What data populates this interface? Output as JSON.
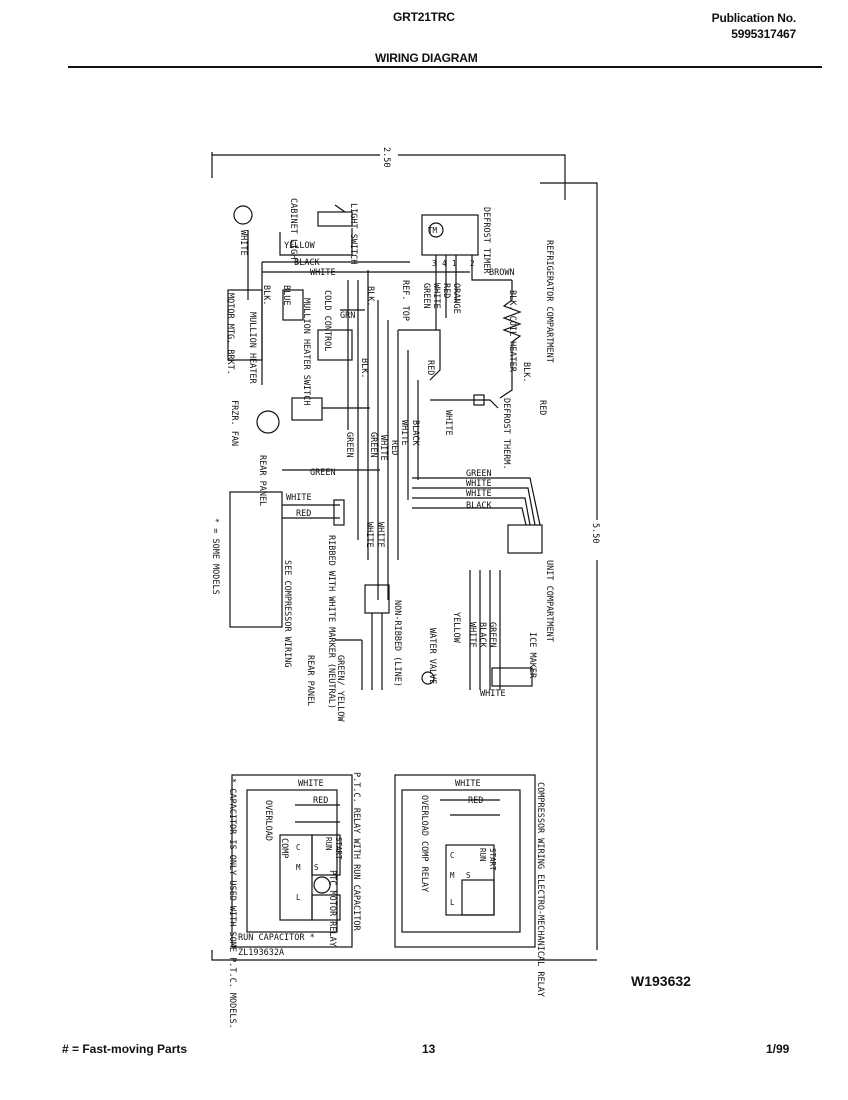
{
  "header": {
    "model": "GRT21TRC",
    "publication_label": "Publication No.",
    "publication_number": "5995317467",
    "section_title": "WIRING DIAGRAM"
  },
  "dimensions": {
    "top": "2.50",
    "right": "5.50"
  },
  "labels": {
    "refrigerator_compartment": "REFRIGERATOR COMPARTMENT",
    "unit_compartment": "UNIT COMPARTMENT",
    "light_switch": "LIGHT SWITCH",
    "cabinet_light": "CABINET LIGHT",
    "defrost_timer": "DEFROST TIMER",
    "yellow": "YELLOW",
    "black": "BLACK",
    "white": "WHITE",
    "brown": "BROWN",
    "red": "RED",
    "green": "GREEN",
    "orange": "ORANGE",
    "blk": "BLK.",
    "blue": "BLUE",
    "grn": "GRN",
    "blk_coil_heater": "BLK. COIL HEATER",
    "ref_top": "REF. TOP",
    "cold_control": "COLD CONTROL",
    "mullion_heater_switch": "MULLION HEATER SWITCH",
    "mullion_heater": "MULLION HEATER",
    "motor_mtg_brkt": "MOTOR MTG. BRKT.",
    "frzr_fan": "FRZR. FAN",
    "defrost_therm": "DEFROST THERM.",
    "rear_panel": "REAR PANEL",
    "see_compressor_wiring": "SEE COMPRESSOR WIRING",
    "some_models": "* = SOME MODELS",
    "ribbed_white_marker": "RIBBED WITH WHITE MARKER (NEUTRAL)",
    "non_ribbed_line": "NON-RIBBED (LINE)",
    "green_yellow": "GREEN/ YELLOW",
    "water_valve": "WATER VALVE",
    "ice_maker": "ICE MAKER",
    "ptc_relay_title": "P.T.C. RELAY WITH RUN CAPACITOR",
    "overload": "OVERLOAD",
    "ptc_comp": "COMP",
    "ptc_motor_relay": "PTC MOTOR RELAY",
    "run_capacitor": "RUN CAPACITOR *",
    "capacitor_note": "* CAPACITOR IS ONLY USED WITH SOME P.T.C. MODELS.",
    "ptc_doc_number": "ZL193632A",
    "compressor_wiring_em": "COMPRESSOR WIRING ELECTRO-MECHANICAL RELAY",
    "overload_comp_relay": "OVERLOAD COMP RELAY",
    "start": "START",
    "run": "RUN",
    "s": "S",
    "m": "M",
    "c": "C",
    "l": "L",
    "t1": "1",
    "t2": "2",
    "t3": "3",
    "t4": "4",
    "tm": "TM"
  },
  "drawing_number": "W193632",
  "footer": {
    "legend": "# = Fast-moving Parts",
    "page": "13",
    "date": "1/99"
  }
}
